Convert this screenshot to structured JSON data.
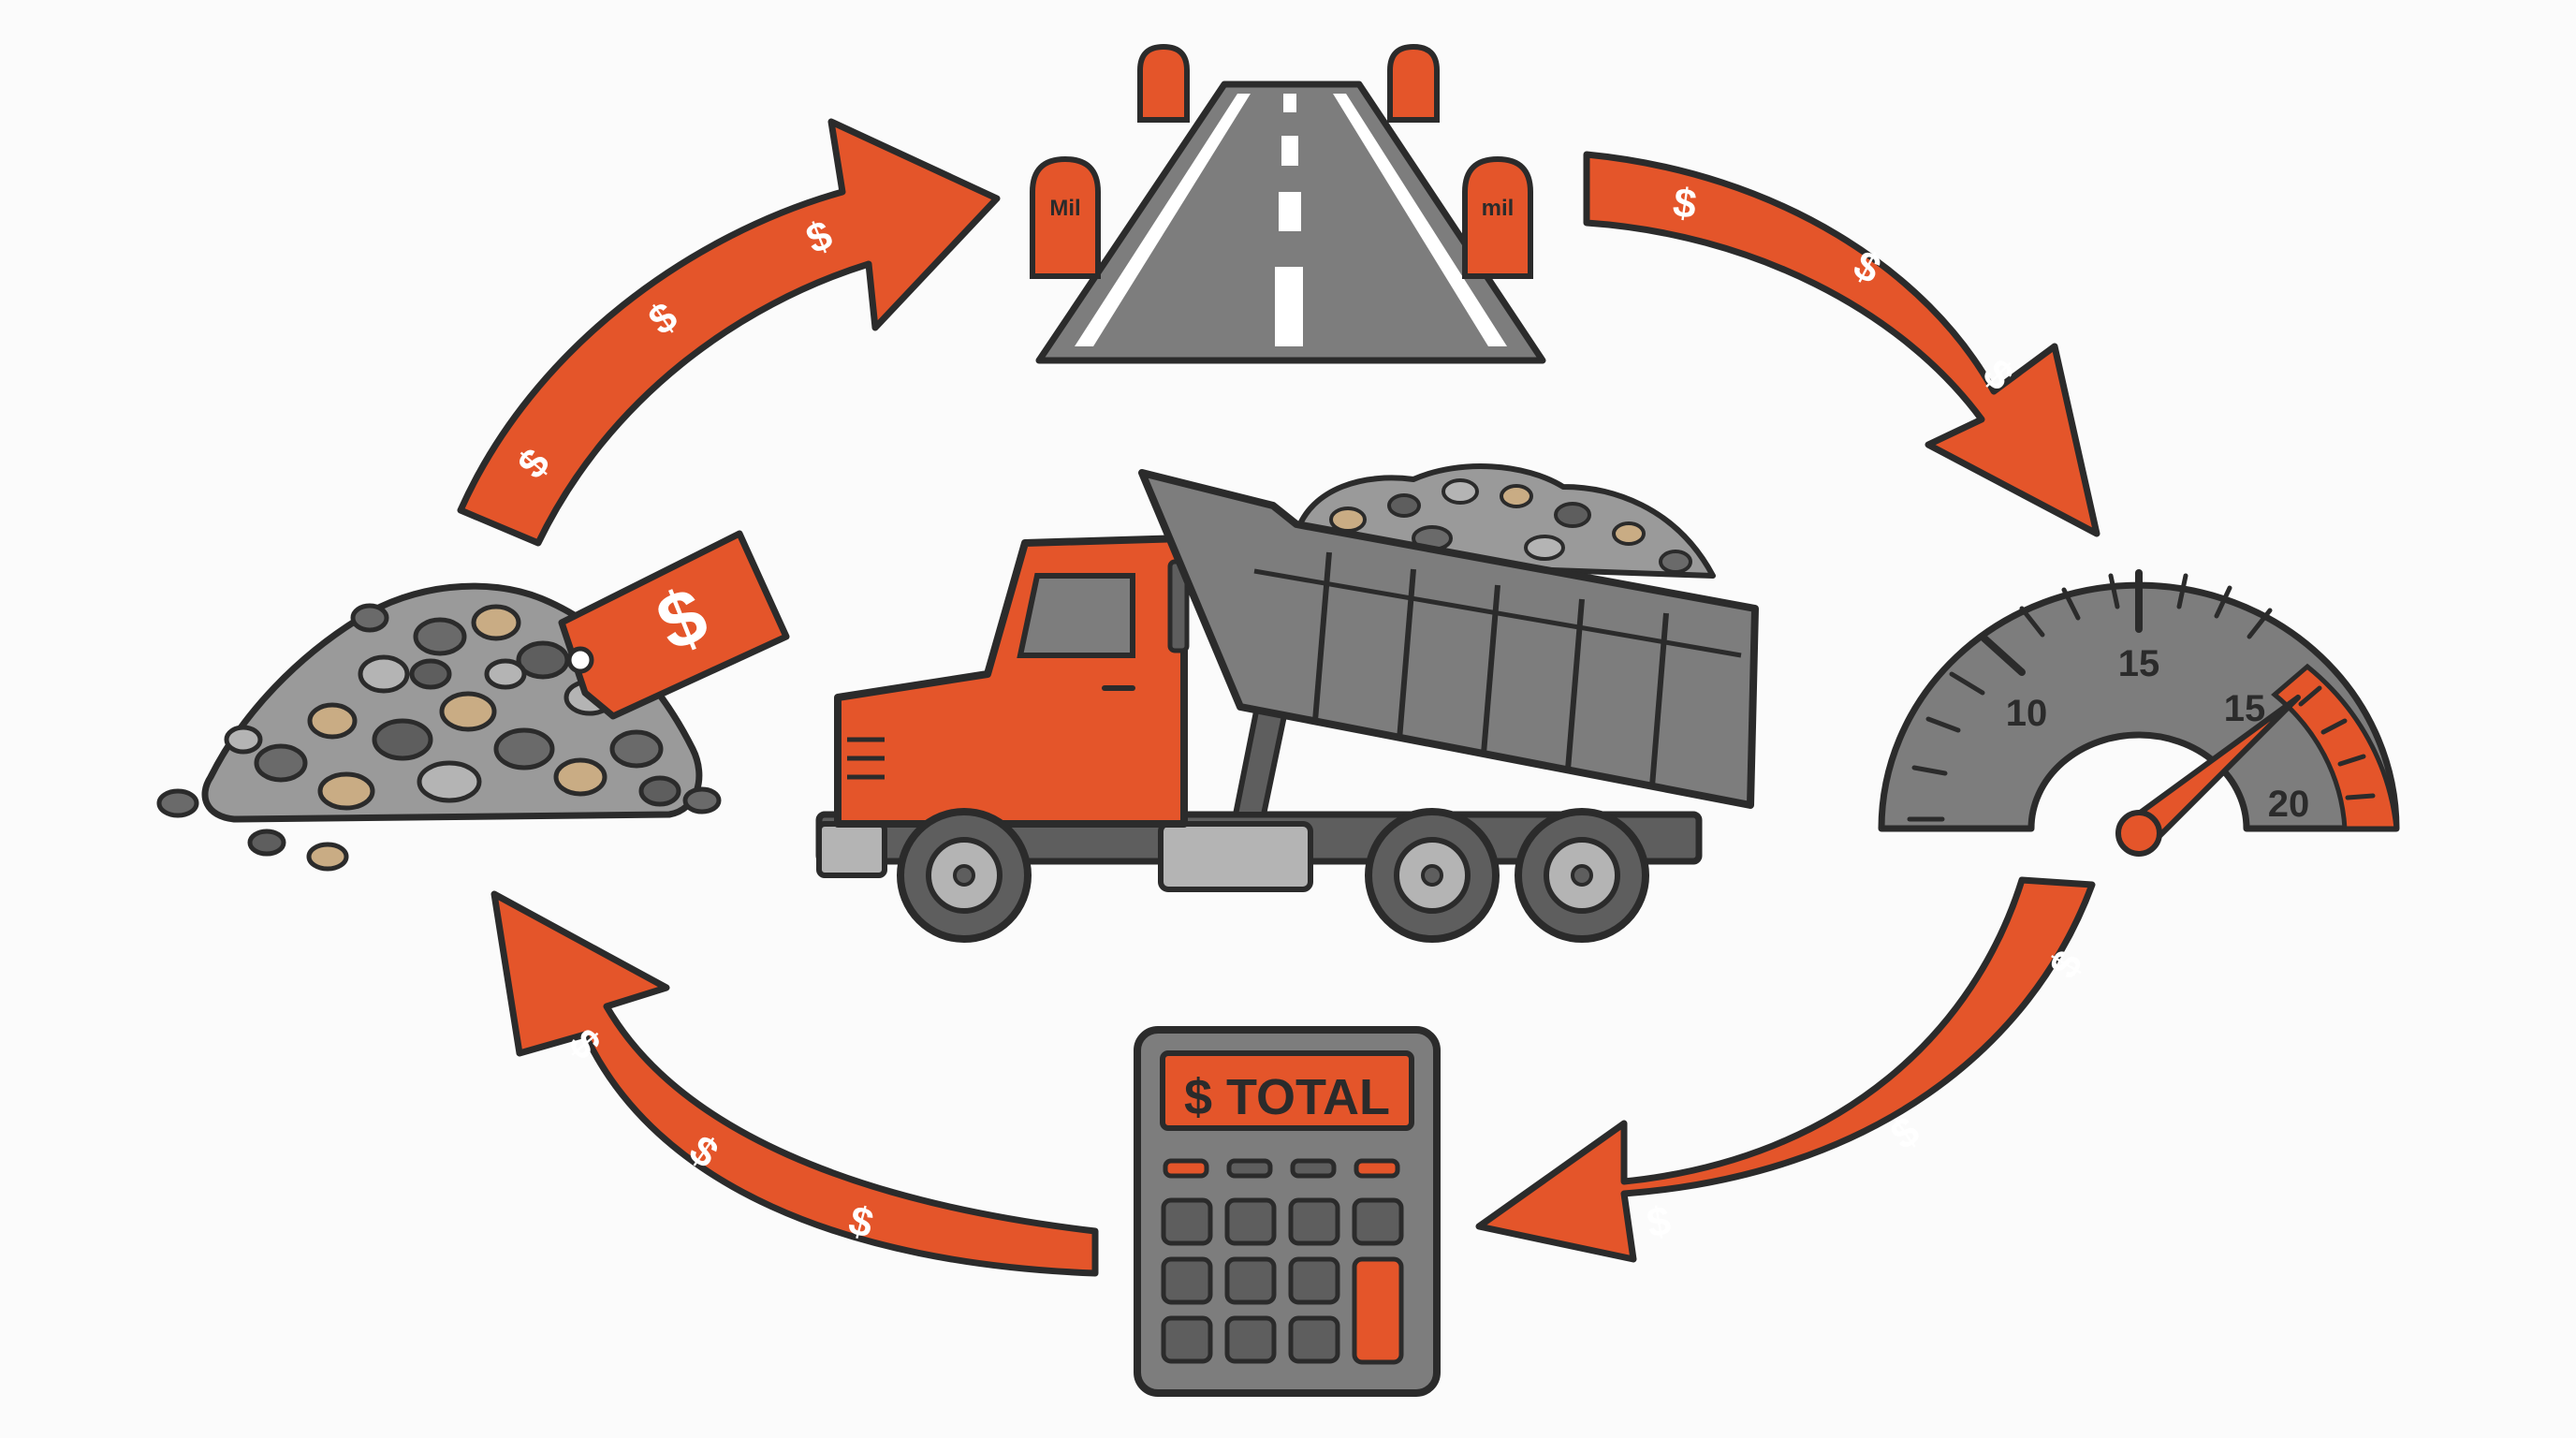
{
  "colors": {
    "orange": "#e4552a",
    "outline": "#2b2b2b",
    "gray": "#7d7d7d",
    "dark_gray": "#5e5e5e",
    "light_gray": "#b4b4b4",
    "tan": "#c9ac84",
    "white": "#ffffff",
    "background": "#fbfbfb"
  },
  "cycle": {
    "nodes": [
      {
        "id": "material",
        "icon": "gravel-pile-icon",
        "tag_symbol": "$"
      },
      {
        "id": "distance",
        "icon": "road-icon",
        "marker_label_left": "Mil",
        "marker_label_right": "mil"
      },
      {
        "id": "speed",
        "icon": "speedometer-icon",
        "tick_labels": [
          "10",
          "15",
          "15",
          "20"
        ]
      },
      {
        "id": "total",
        "icon": "calculator-icon",
        "display_label": "$ TOTAL"
      },
      {
        "id": "hauling",
        "icon": "dump-truck-icon"
      }
    ],
    "arrows": [
      {
        "id": "material-to-distance",
        "icon": "curved-arrow-icon",
        "symbol": "$",
        "symbol_count": 3
      },
      {
        "id": "distance-to-speed",
        "icon": "curved-arrow-icon",
        "symbol": "$",
        "symbol_count": 3
      },
      {
        "id": "speed-to-total",
        "icon": "curved-arrow-icon",
        "symbol": "$",
        "symbol_count": 3
      },
      {
        "id": "total-to-material",
        "icon": "curved-arrow-icon",
        "symbol": "$",
        "symbol_count": 3
      }
    ]
  }
}
